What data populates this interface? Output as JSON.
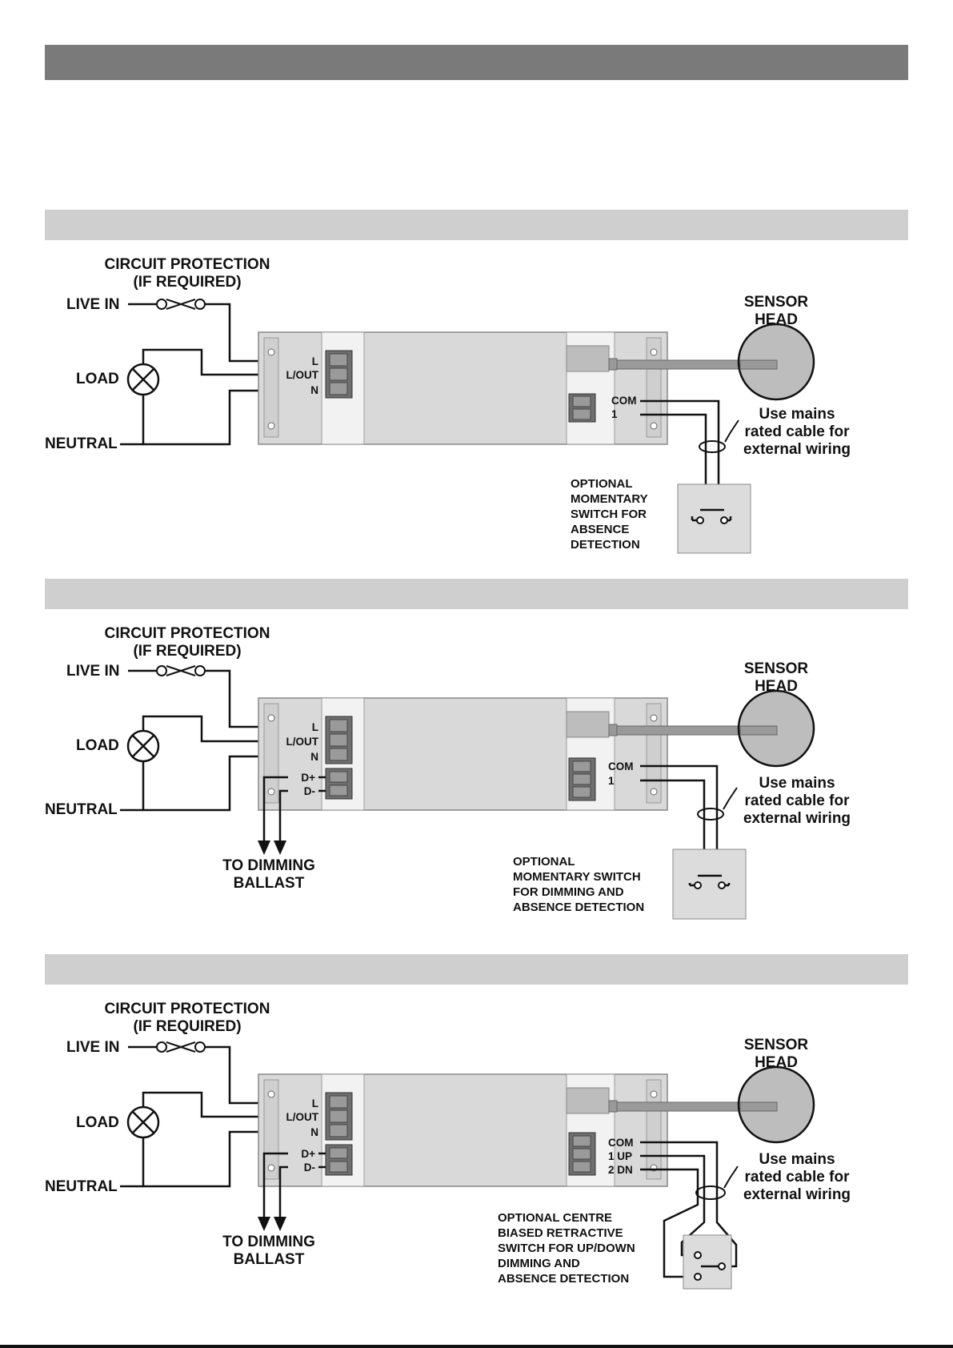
{
  "colors": {
    "header": "#7a7a7a",
    "section": "#cfcfcf",
    "housing": "#d9d9d9",
    "terminal": "#6f6f6f",
    "wire": "#111111"
  },
  "diagrams": [
    {
      "circuit_protection": [
        "CIRCUIT PROTECTION",
        "(IF REQUIRED)"
      ],
      "live_in": "LIVE IN",
      "load": "LOAD",
      "neutral": "NEUTRAL",
      "sensor_head": [
        "SENSOR",
        "HEAD"
      ],
      "cable_note": [
        "Use mains",
        "rated cable for",
        "external wiring"
      ],
      "power_terminals": [
        "L",
        "L/OUT",
        "N"
      ],
      "dim_terminals": [],
      "switch_terminals": [
        "COM",
        "1"
      ],
      "switch_note": [
        "OPTIONAL",
        "MOMENTARY",
        "SWITCH FOR",
        "ABSENCE",
        "DETECTION"
      ],
      "dimming_ballast": []
    },
    {
      "circuit_protection": [
        "CIRCUIT PROTECTION",
        "(IF REQUIRED)"
      ],
      "live_in": "LIVE IN",
      "load": "LOAD",
      "neutral": "NEUTRAL",
      "sensor_head": [
        "SENSOR",
        "HEAD"
      ],
      "cable_note": [
        "Use mains",
        "rated cable for",
        "external wiring"
      ],
      "power_terminals": [
        "L",
        "L/OUT",
        "N"
      ],
      "dim_terminals": [
        "D+",
        "D-"
      ],
      "switch_terminals": [
        "COM",
        "1"
      ],
      "switch_note": [
        "OPTIONAL",
        "MOMENTARY SWITCH",
        "FOR DIMMING AND",
        "ABSENCE DETECTION"
      ],
      "dimming_ballast": [
        "TO DIMMING",
        "BALLAST"
      ]
    },
    {
      "circuit_protection": [
        "CIRCUIT PROTECTION",
        "(IF REQUIRED)"
      ],
      "live_in": "LIVE IN",
      "load": "LOAD",
      "neutral": "NEUTRAL",
      "sensor_head": [
        "SENSOR",
        "HEAD"
      ],
      "cable_note": [
        "Use mains",
        "rated cable for",
        "external wiring"
      ],
      "power_terminals": [
        "L",
        "L/OUT",
        "N"
      ],
      "dim_terminals": [
        "D+",
        "D-"
      ],
      "switch_terminals": [
        "COM",
        "1 UP",
        "2 DN"
      ],
      "switch_note": [
        "OPTIONAL CENTRE",
        "BIASED RETRACTIVE",
        "SWITCH FOR UP/DOWN",
        "DIMMING AND",
        "ABSENCE DETECTION"
      ],
      "dimming_ballast": [
        "TO DIMMING",
        "BALLAST"
      ]
    }
  ]
}
